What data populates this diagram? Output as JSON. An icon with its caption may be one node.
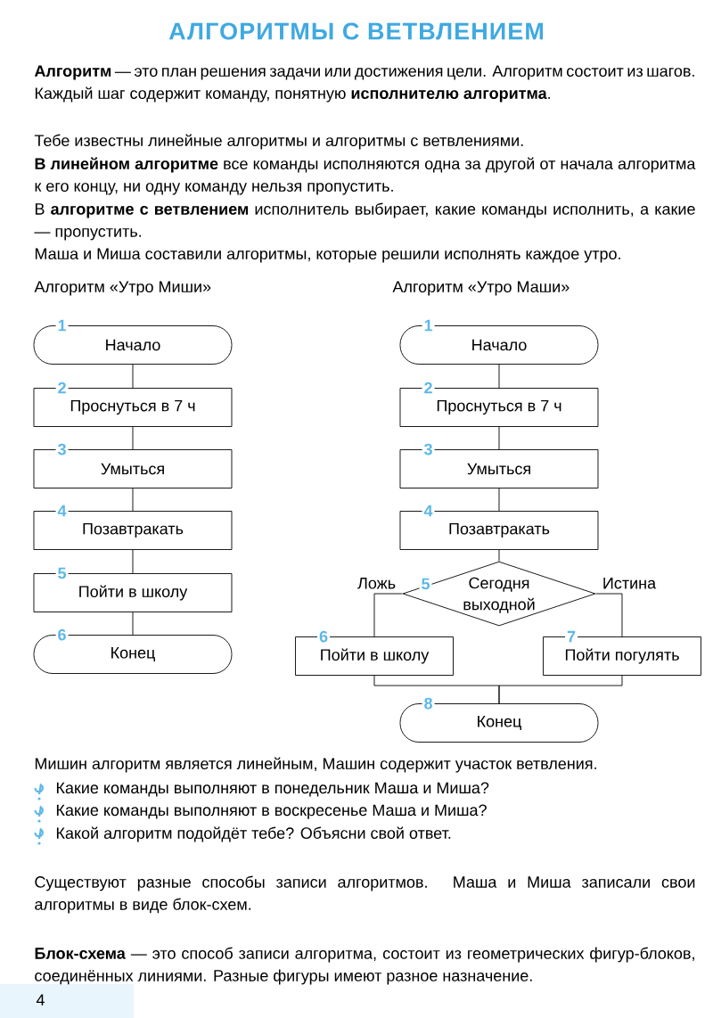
{
  "diagram": {
    "title": "АЛГОРИТМЫ С ВЕТВЛЕНИЕМ",
    "nodes": [
      {
        "text": [
          "Начало"
        ],
        "beside": [
          "1"
        ]
      },
      {
        "text": [
          "Проснуться в 7 ч"
        ],
        "beside": [
          "2"
        ]
      },
      {
        "text": [
          "Умыться"
        ],
        "beside": [
          "3"
        ]
      },
      {
        "text": [
          "Позавтракать"
        ],
        "beside": [
          "4"
        ]
      },
      {
        "text": [
          "Пойти в школу"
        ],
        "beside": [
          "5"
        ]
      },
      {
        "text": [
          "Конец"
        ],
        "beside": [
          "6"
        ]
      },
      {
        "text": [
          "Начало"
        ],
        "beside": [
          "1"
        ]
      },
      {
        "text": [
          "Проснуться в 7 ч"
        ],
        "beside": [
          "2"
        ]
      },
      {
        "text": [
          "Умыться"
        ],
        "beside": [
          "3"
        ]
      },
      {
        "text": [
          "Позавтракать"
        ],
        "beside": [
          "4"
        ]
      },
      {
        "text": [
          "Сегодня выходной"
        ],
        "beside": [
          "5"
        ]
      },
      {
        "text": [
          "Пойти в школу"
        ],
        "beside": [
          "6"
        ]
      },
      {
        "text": [
          "Пойти погулять"
        ],
        "beside": [
          "7"
        ]
      },
      {
        "text": [
          "Конец"
        ],
        "beside": [
          "8"
        ]
      }
    ],
    "edges": [
      {
        "from": 0,
        "to": 1,
        "arrow": "none"
      },
      {
        "from": 1,
        "to": 2,
        "arrow": "none"
      },
      {
        "from": 2,
        "to": 3,
        "arrow": "none"
      },
      {
        "from": 3,
        "to": 4,
        "arrow": "none"
      },
      {
        "from": 4,
        "to": 5,
        "arrow": "none"
      },
      {
        "from": 6,
        "to": 7,
        "arrow": "none"
      },
      {
        "from": 7,
        "to": 8,
        "arrow": "none"
      },
      {
        "from": 8,
        "to": 9,
        "arrow": "none"
      },
      {
        "from": 9,
        "to": 10,
        "arrow": "none"
      },
      {
        "from": 10,
        "to": 11,
        "arrow": "none",
        "label": "Ложь"
      },
      {
        "from": 10,
        "to": 12,
        "arrow": "none",
        "label": "Истина"
      },
      {
        "from": 11,
        "to": 13,
        "arrow": "none"
      },
      {
        "from": 12,
        "to": 13,
        "arrow": "none"
      }
    ],
    "labels": [
      "**Алгоритм** — это план решения задачи или достижения цели. Алгоритм состоит из шагов. Каждый шаг содержит команду, понятную **исполнителю алгоритма**.",
      "Тебе известны линейные алгоритмы и алгоритмы с ветвлениями.",
      "**В линейном алгоритме** все команды исполняются одна за другой от начала алгоритма к его концу, ни одну команду нельзя пропустить.",
      "В **алгоритме с ветвлением** исполнитель выбирает, какие команды исполнить, а какие — пропустить.",
      "Маша и Миша составили алгоритмы, которые решили исполнять каждое утро.",
      "Алгоритм «Утро Миши»",
      "Алгоритм «Утро Маши»",
      "Мишин алгоритм является линейным, Машин содержит участок ветвления.",
      "Какие команды выполняют в понедельник Маша и Миша?",
      "Какие команды выполняют в воскресенье Маша и Миша?",
      "Какой алгоритм подойдёт тебе? Объясни свой ответ.",
      "Существуют разные способы записи алгоритмов. Маша и Миша записали свои алгоритмы в виде блок-схем.",
      "**Блок-схема** — это способ записи алгоритма, состоит из геометрических фигур-блоков, соединённых линиями. Разные фигуры имеют разное назначение.",
      "4"
    ]
  }
}
